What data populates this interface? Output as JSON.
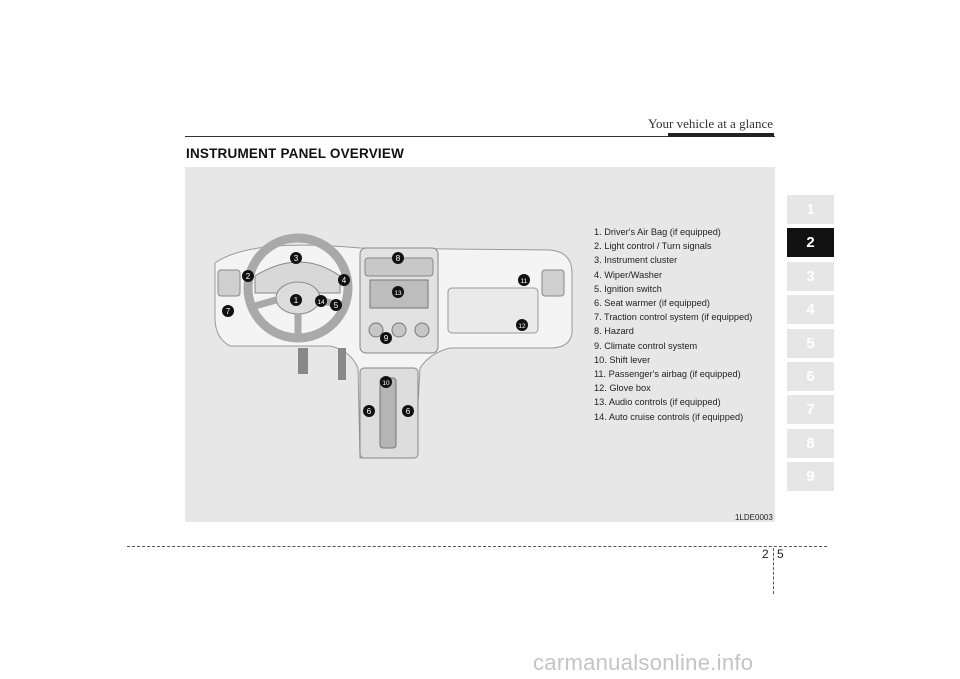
{
  "header": {
    "title": "Your vehicle at a glance"
  },
  "section": {
    "title": "INSTRUMENT PANEL OVERVIEW"
  },
  "legend": [
    "1. Driver's Air Bag (if equipped)",
    "2. Light control / Turn signals",
    "3. Instrument cluster",
    "4. Wiper/Washer",
    "5. Ignition switch",
    "6. Seat warmer (if equipped)",
    "7. Traction control system (if equipped)",
    "8. Hazard",
    "9. Climate control system",
    "10. Shift lever",
    "11. Passenger's airbag (if equipped)",
    "12. Glove box",
    "13. Audio controls (if equipped)",
    "14. Auto cruise controls (if equipped)"
  ],
  "callouts": [
    "1",
    "2",
    "3",
    "4",
    "5",
    "6",
    "6",
    "7",
    "8",
    "9",
    "10",
    "11",
    "12",
    "13",
    "14"
  ],
  "figure_code": "1LDE0003",
  "chapter_tabs": [
    "1",
    "2",
    "3",
    "4",
    "5",
    "6",
    "7",
    "8",
    "9"
  ],
  "active_chapter": "2",
  "page": {
    "chapter": "2",
    "number": "5"
  },
  "watermark": "carmanualsonline.info"
}
